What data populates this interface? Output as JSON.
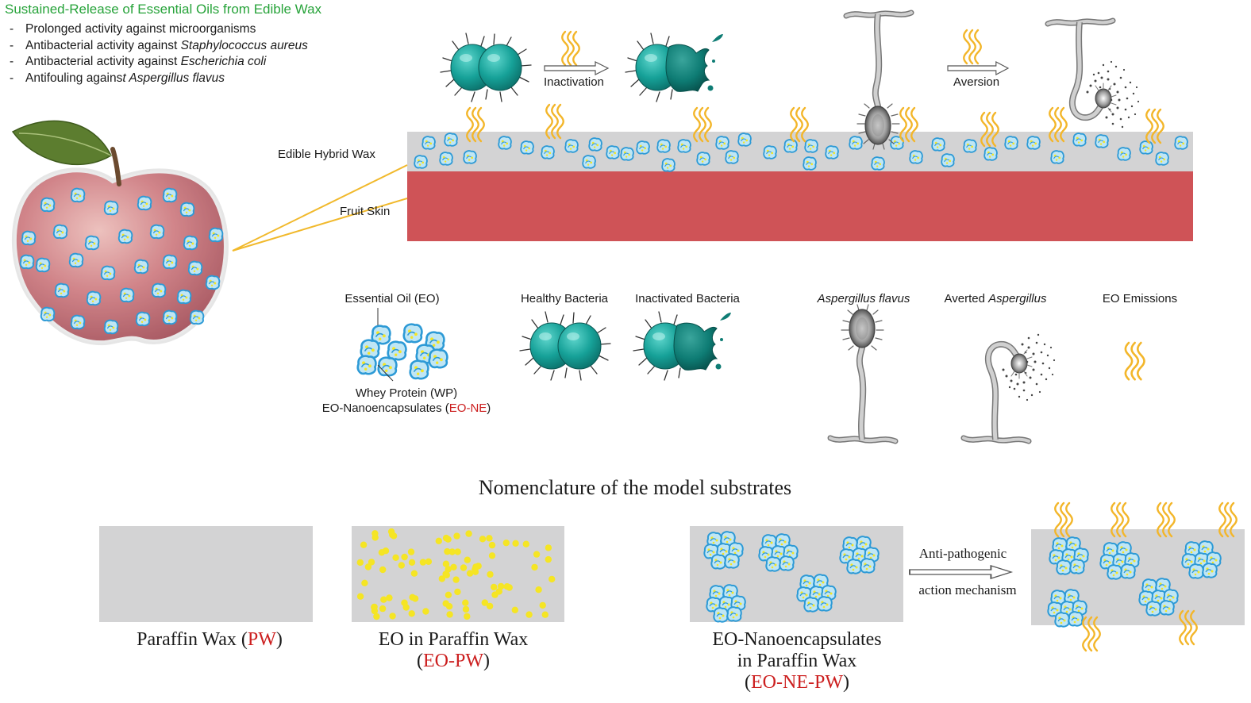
{
  "header": {
    "title": "Sustained-Release of Essential Oils from Edible Wax",
    "bullets": [
      {
        "dash": "-",
        "text": "Prolonged activity against microorganisms",
        "italic": ""
      },
      {
        "dash": "-",
        "text": "Antibacterial activity against ",
        "italic": "Staphylococcus aureus"
      },
      {
        "dash": "-",
        "text": "Antibacterial activity against ",
        "italic": "Escherichia coli"
      },
      {
        "dash": "-",
        "text": "Antifouling agains",
        "italic": "t Aspergillus flavus"
      }
    ]
  },
  "process": {
    "inactivation": "Inactivation",
    "aversion": "Aversion",
    "wax_label": "Edible Hybrid Wax",
    "skin_label": "Fruit Skin"
  },
  "legend": {
    "eo_title": "Essential Oil (EO)",
    "wp_label": "Whey Protein (WP)",
    "ne_label_prefix": "EO-Nanoencapsulates (",
    "ne_label_code": "EO-NE",
    "ne_label_suffix": ")",
    "healthy": "Healthy Bacteria",
    "inactivated": "Inactivated Bacteria",
    "aspergillus": "Aspergillus flavus",
    "averted_prefix": "Averted ",
    "averted_italic": "Aspergillus",
    "emissions": "EO Emissions"
  },
  "nomenclature": {
    "title": "Nomenclature of the model substrates",
    "pw_prefix": "Paraffin Wax (",
    "pw_code": "PW",
    "pw_suffix": ")",
    "eopw_line1": "EO in Paraffin Wax",
    "eopw_open": "(",
    "eopw_code": "EO-PW",
    "eopw_close": ")",
    "nepw_line1": "EO-Nanoencapsulates",
    "nepw_line2": "in Paraffin Wax",
    "nepw_open": "(",
    "nepw_code": "EO-NE-PW",
    "nepw_close": ")",
    "mech_line1": "Anti-pathogenic",
    "mech_line2": "action mechanism"
  },
  "colors": {
    "title_green": "#27a33a",
    "code_red": "#cc1f1f",
    "wax_gray": "#d3d3d4",
    "skin_red": "#cf5357",
    "capsule_blue": "#2d9ad6",
    "oil_yellow": "#f5e524",
    "emission_orange": "#f3b62a",
    "bacteria_teal": "#17a29b",
    "apple_red": "#b54b52",
    "connector_gold": "#f1b92c"
  },
  "icons": [
    "apple-icon",
    "leaf-icon",
    "bacteria-icon",
    "inactivated-bacteria-icon",
    "aspergillus-icon",
    "averted-aspergillus-icon",
    "emission-wave-icon",
    "nanocapsule-icon",
    "arrow-right-icon"
  ]
}
